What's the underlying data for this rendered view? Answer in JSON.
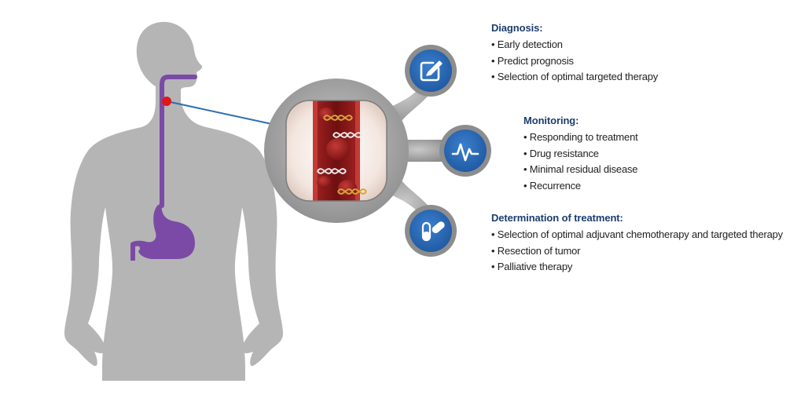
{
  "colors": {
    "heading": "#1c3d6e",
    "body_silhouette": "#b5b5b5",
    "esophagus": "#7b4aa6",
    "tumor_dot": "#e0161b",
    "connector_line": "#2b6fb0",
    "hub_gray": "#9a9a9a",
    "icon_blue": "#2a68b5",
    "vessel_red": "#8b1a1a"
  },
  "icons": {
    "diagnosis": "pencil-edit-icon",
    "monitoring": "pulse-heartbeat-icon",
    "treatment": "pill-capsule-icon"
  },
  "diagnosis": {
    "heading": "Diagnosis:",
    "items": [
      "Early detection",
      "Predict prognosis",
      "Selection of optimal targeted therapy"
    ]
  },
  "monitoring": {
    "heading": "Monitoring:",
    "items": [
      "Responding to treatment",
      "Drug resistance",
      "Minimal residual disease",
      "Recurrence"
    ]
  },
  "treatment": {
    "heading": "Determination of treatment:",
    "items": [
      "Selection of optimal adjuvant chemotherapy and targeted therapy",
      "Resection of tumor",
      "Palliative therapy"
    ]
  }
}
